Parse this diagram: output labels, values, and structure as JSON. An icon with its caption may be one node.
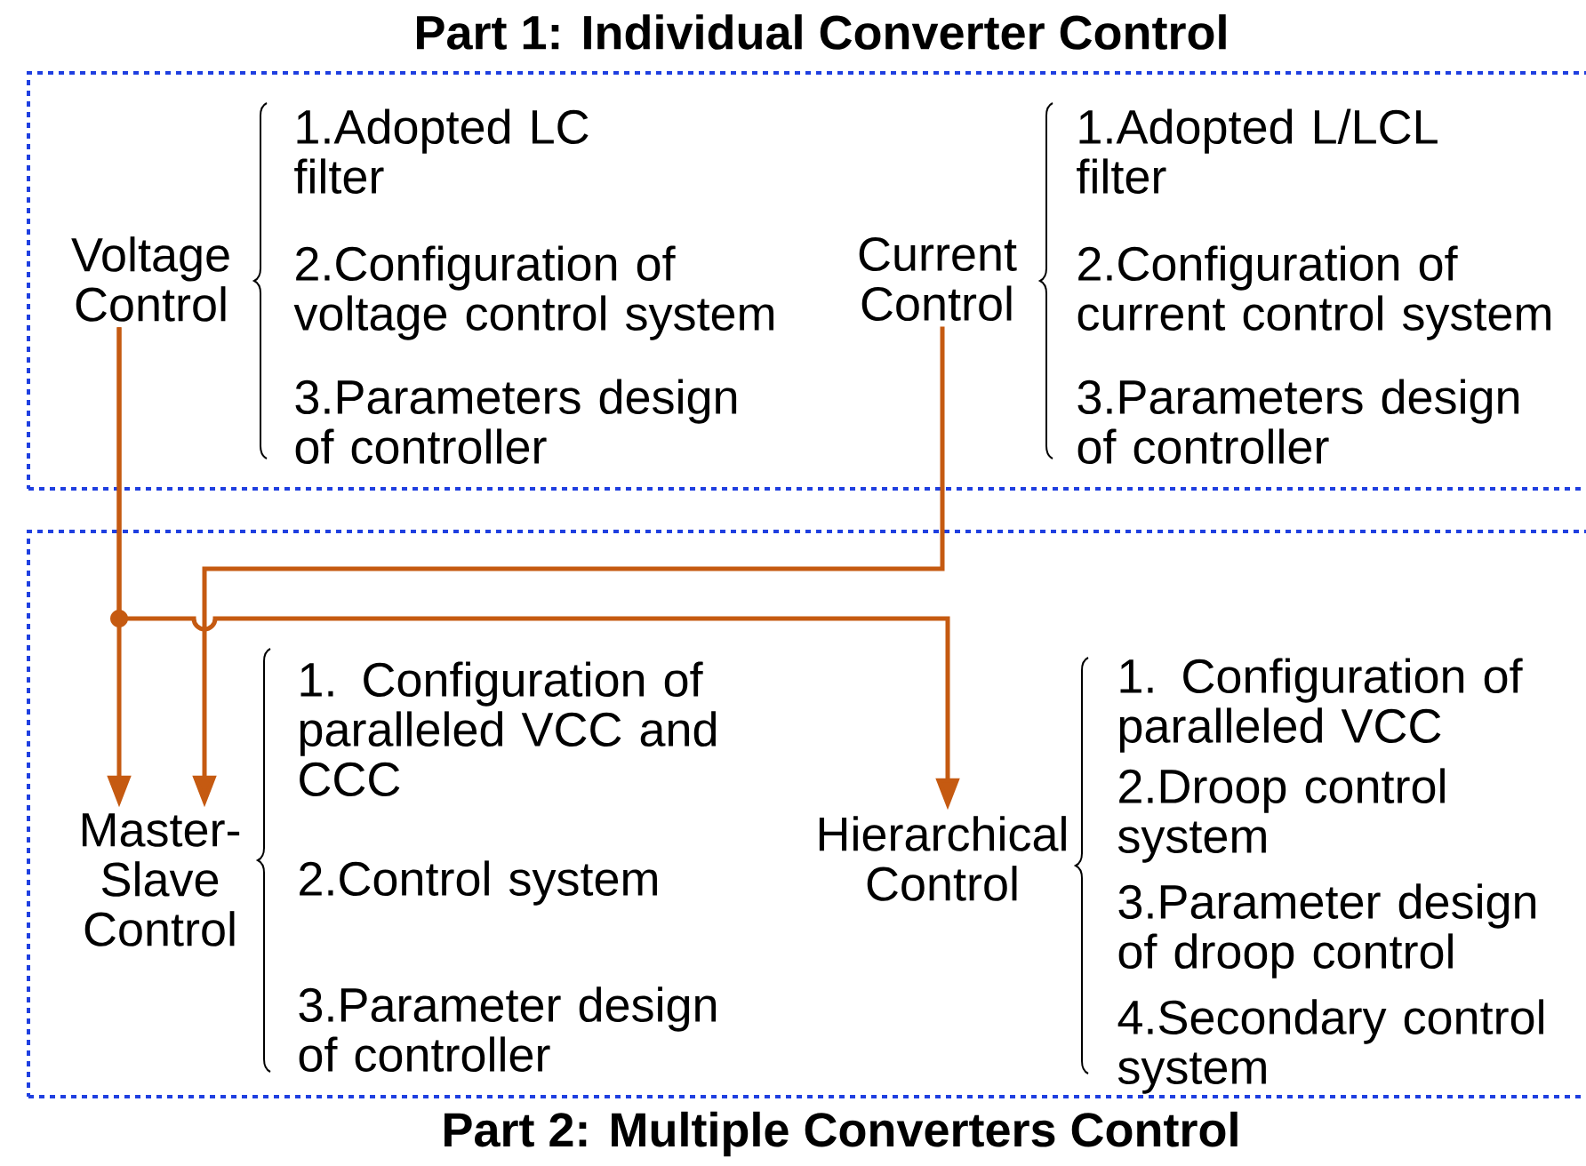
{
  "diagram": {
    "nodes": [
      {
        "text": [
          "Part 1: Individual Converter Control"
        ]
      },
      {
        "text": [
          "Voltage Control"
        ],
        "in": 0,
        "beside": [
          "1.Adopted LC filter",
          "2.Configuration of voltage control system",
          "3.Parameters design of controller"
        ]
      },
      {
        "text": [
          "Current Control"
        ],
        "in": 0,
        "beside": [
          "1.Adopted L/LCL filter",
          "2.Configuration of current control system",
          "3.Parameters design of controller"
        ]
      },
      {
        "text": [
          "Part 2: Multiple Converters Control"
        ]
      },
      {
        "text": [
          "Master-Slave Control"
        ],
        "in": 3,
        "beside": [
          "1. Configuration of paralleled VCC and CCC",
          "2.Control system",
          "3.Parameter design of controller"
        ]
      },
      {
        "text": [
          "Hierarchical Control"
        ],
        "in": 3,
        "beside": [
          "1. Configuration of paralleled VCC",
          "2.Droop control system",
          "3.Parameter design of droop control",
          "4.Secondary control system"
        ]
      }
    ],
    "edges": [
      {
        "from": 1,
        "to": 4,
        "arrow": "to"
      },
      {
        "from": 1,
        "to": 5,
        "arrow": "to"
      },
      {
        "from": 2,
        "to": 4,
        "arrow": "to"
      }
    ]
  }
}
